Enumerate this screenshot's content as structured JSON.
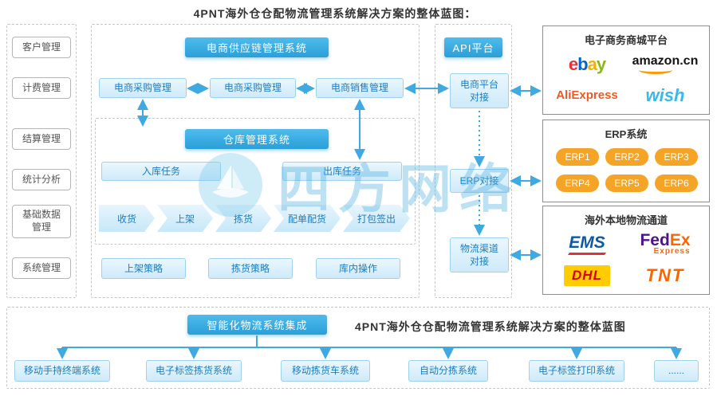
{
  "title": "4PNT海外仓仓配物流管理系统解决方案的整体蓝图：",
  "left_menu": {
    "items": [
      "客户管理",
      "计费管理",
      "结算管理",
      "统计分析",
      "基础数据管理",
      "系统管理"
    ]
  },
  "supply_chain": {
    "header": "电商供应链管理系统",
    "modules": [
      "电商采购管理",
      "电商采购管理",
      "电商销售管理"
    ]
  },
  "wms": {
    "header": "仓库管理系统",
    "inbound_task": "入库任务",
    "outbound_task": "出库任务",
    "flow_steps": [
      "收货",
      "上架",
      "拣货",
      "配单配货",
      "打包签出"
    ],
    "strategies": [
      "上架策略",
      "拣货策略",
      "库内操作"
    ]
  },
  "api_platform": {
    "header": "API平台",
    "connectors": [
      "电商平台对接",
      "ERP对接",
      "物流渠道对接"
    ]
  },
  "partners": {
    "ecommerce": {
      "title": "电子商务商城平台",
      "ebay_letters": [
        "e",
        "b",
        "a",
        "y"
      ],
      "amazon": "amazon.cn",
      "aliexpress": "AliExpress",
      "wish": "wish"
    },
    "erp": {
      "title": "ERP系统",
      "systems": [
        "ERP1",
        "ERP2",
        "ERP3",
        "ERP4",
        "ERP5",
        "ERP6"
      ]
    },
    "logistics": {
      "title": "海外本地物流通道",
      "ems": "EMS",
      "fedex_fed": "Fed",
      "fedex_ex": "Ex",
      "fedex_express": "Express",
      "dhl": "DHL",
      "tnt": "TNT"
    }
  },
  "integration": {
    "header": "智能化物流系统集成",
    "title": "4PNT海外仓仓配物流管理系统解决方案的整体蓝图",
    "systems": [
      "移动手持终端系统",
      "电子标签拣货系统",
      "移动拣货车系统",
      "自动分拣系统",
      "电子标签打印系统",
      "......"
    ]
  },
  "watermark": {
    "text": "四方网络"
  },
  "colors": {
    "accent_blue": "#2fa7e0",
    "light_blue_border": "#9ed3ef",
    "orange": "#f6a426",
    "arrow": "#3fa9e1"
  }
}
